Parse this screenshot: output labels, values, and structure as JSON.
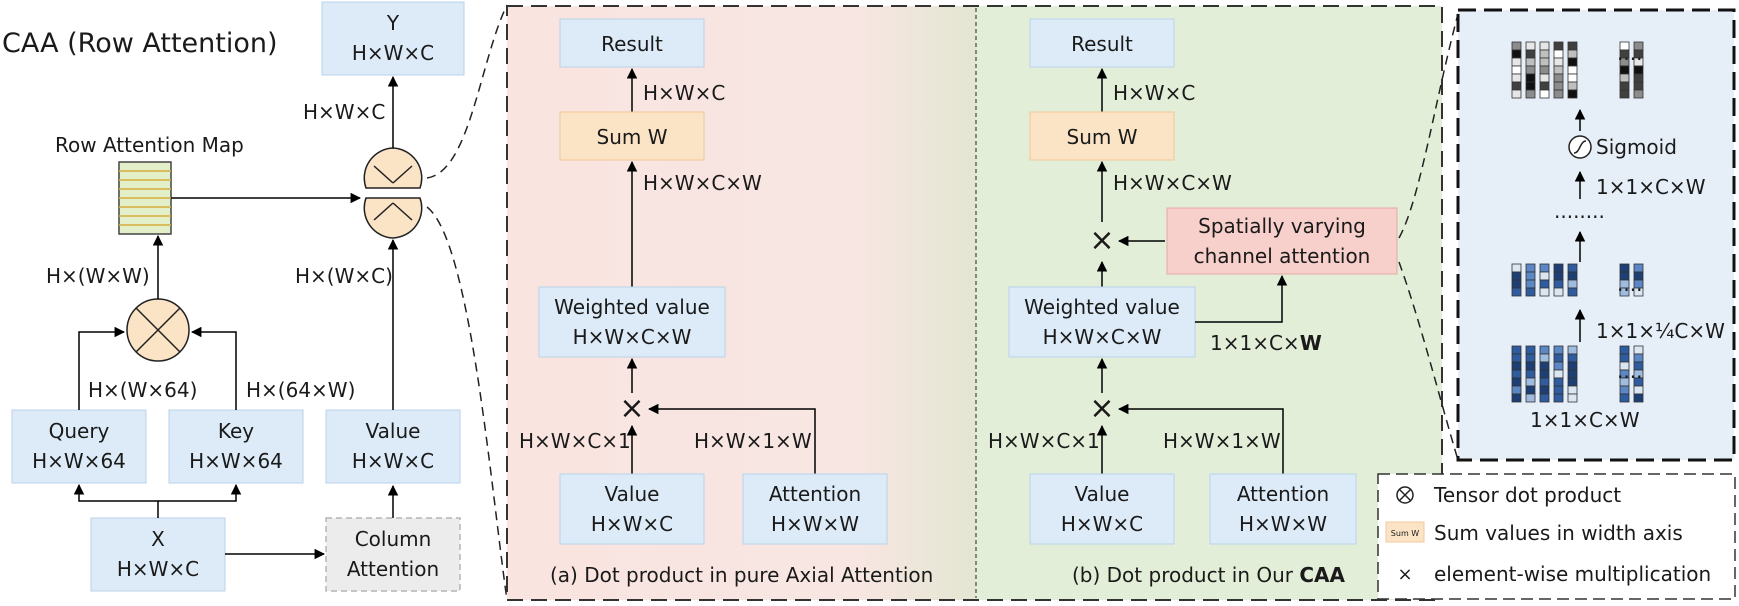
{
  "title": "CAA (Row Attention)",
  "left": {
    "y": {
      "name": "Y",
      "shape": "H×W×C"
    },
    "row_map_label": "Row Attention Map",
    "query": {
      "name": "Query",
      "shape": "H×W×64"
    },
    "key": {
      "name": "Key",
      "shape": "H×W×64"
    },
    "value": {
      "name": "Value",
      "shape": "H×W×C"
    },
    "x": {
      "name": "X",
      "shape": "H×W×C"
    },
    "column_attention": {
      "line1": "Column",
      "line2": "Attention"
    },
    "edge_labels": {
      "out_hwc": "H×W×C",
      "h_wxw": "H×(W×W)",
      "h_wxc": "H×(W×C)",
      "h_wx64": "H×(W×64)",
      "h_64xw": "H×(64×W)"
    }
  },
  "panel_a": {
    "result": "Result",
    "sum_w": "Sum W",
    "weighted": {
      "line1": "Weighted value",
      "line2": "H×W×C×W"
    },
    "value": {
      "name": "Value",
      "shape": "H×W×C"
    },
    "attention": {
      "name": "Attention",
      "shape": "H×W×W"
    },
    "labels": {
      "hwc": "H×W×C",
      "hwcw": "H×W×C×W",
      "hwc1": "H×W×C×1",
      "hw1w": "H×W×1×W"
    },
    "times": "×",
    "caption": "(a) Dot product in pure Axial Attention"
  },
  "panel_b": {
    "result": "Result",
    "sum_w": "Sum W",
    "weighted": {
      "line1": "Weighted value",
      "line2": "H×W×C×W"
    },
    "value": {
      "name": "Value",
      "shape": "H×W×C"
    },
    "attention": {
      "name": "Attention",
      "shape": "H×W×W"
    },
    "svca": {
      "line1": "Spatially varying",
      "line2": "channel attention"
    },
    "labels": {
      "hwc": "H×W×C",
      "hwcw": "H×W×C×W",
      "hwc1": "H×W×C×1",
      "hw1w": "H×W×1×W",
      "c11w_prefix": "1×1×C×",
      "c11w_bold": "W"
    },
    "times": "×",
    "caption_prefix": "(b) Dot product in Our ",
    "caption_bold": "CAA"
  },
  "panel_c": {
    "sigmoid": "Sigmoid",
    "shape_top": "1×1×C×W",
    "shape_mid": "1×1×¼C×W",
    "shape_bot": "1×1×C×W",
    "dots": "....",
    "dots_vertical": "........"
  },
  "legend": {
    "tensor_dot": "Tensor dot product",
    "sum_icon": "Sum W",
    "sum_desc": "Sum values in width axis",
    "mult_symbol": "×",
    "mult_desc": "element-wise multiplication"
  }
}
